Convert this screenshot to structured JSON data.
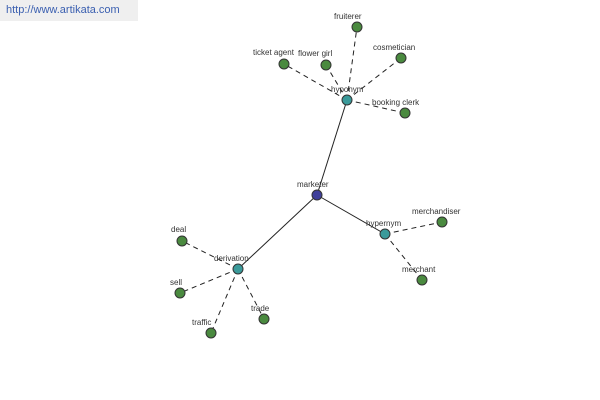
{
  "source": {
    "url": "http://www.artikata.com"
  },
  "graph": {
    "colors": {
      "root": "#3f3f9a",
      "relation": "#3a9a9a",
      "leaf": "#4a8a3f"
    },
    "nodes": [
      {
        "id": "marketer",
        "label": "marketer",
        "kind": "root"
      },
      {
        "id": "hyponym",
        "label": "hyponym",
        "kind": "relation"
      },
      {
        "id": "hypernym",
        "label": "hypernym",
        "kind": "relation"
      },
      {
        "id": "derivation",
        "label": "derivation",
        "kind": "relation"
      },
      {
        "id": "fruiterer",
        "label": "fruiterer",
        "kind": "leaf"
      },
      {
        "id": "ticket-agent",
        "label": "ticket agent",
        "kind": "leaf"
      },
      {
        "id": "flower-girl",
        "label": "flower girl",
        "kind": "leaf"
      },
      {
        "id": "cosmetician",
        "label": "cosmetician",
        "kind": "leaf"
      },
      {
        "id": "booking-clerk",
        "label": "booking clerk",
        "kind": "leaf"
      },
      {
        "id": "merchandiser",
        "label": "merchandiser",
        "kind": "leaf"
      },
      {
        "id": "merchant",
        "label": "merchant",
        "kind": "leaf"
      },
      {
        "id": "deal",
        "label": "deal",
        "kind": "leaf"
      },
      {
        "id": "sell",
        "label": "sell",
        "kind": "leaf"
      },
      {
        "id": "traffic",
        "label": "traffic",
        "kind": "leaf"
      },
      {
        "id": "trade",
        "label": "trade",
        "kind": "leaf"
      }
    ],
    "edges": [
      {
        "from": "marketer",
        "to": "hyponym",
        "style": "solid"
      },
      {
        "from": "marketer",
        "to": "hypernym",
        "style": "solid"
      },
      {
        "from": "marketer",
        "to": "derivation",
        "style": "solid"
      },
      {
        "from": "hyponym",
        "to": "fruiterer",
        "style": "dashed"
      },
      {
        "from": "hyponym",
        "to": "ticket-agent",
        "style": "dashed"
      },
      {
        "from": "hyponym",
        "to": "flower-girl",
        "style": "dashed"
      },
      {
        "from": "hyponym",
        "to": "cosmetician",
        "style": "dashed"
      },
      {
        "from": "hyponym",
        "to": "booking-clerk",
        "style": "dashed"
      },
      {
        "from": "hypernym",
        "to": "merchandiser",
        "style": "dashed"
      },
      {
        "from": "hypernym",
        "to": "merchant",
        "style": "dashed"
      },
      {
        "from": "derivation",
        "to": "deal",
        "style": "dashed"
      },
      {
        "from": "derivation",
        "to": "sell",
        "style": "dashed"
      },
      {
        "from": "derivation",
        "to": "traffic",
        "style": "dashed"
      },
      {
        "from": "derivation",
        "to": "trade",
        "style": "dashed"
      }
    ]
  }
}
